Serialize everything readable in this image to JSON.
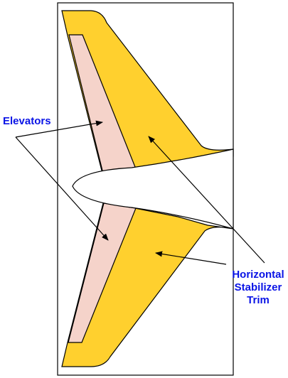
{
  "labels": {
    "elevators": "Elevators",
    "stabilizer_line1": "Horizontal",
    "stabilizer_line2": "Stabilizer",
    "stabilizer_line3": "Trim"
  },
  "colors": {
    "stabilizer_fill": "#ffd02e",
    "elevator_fill": "#f5d3ca",
    "outline": "#000000",
    "label_text": "#0a14e6",
    "background": "#ffffff"
  }
}
